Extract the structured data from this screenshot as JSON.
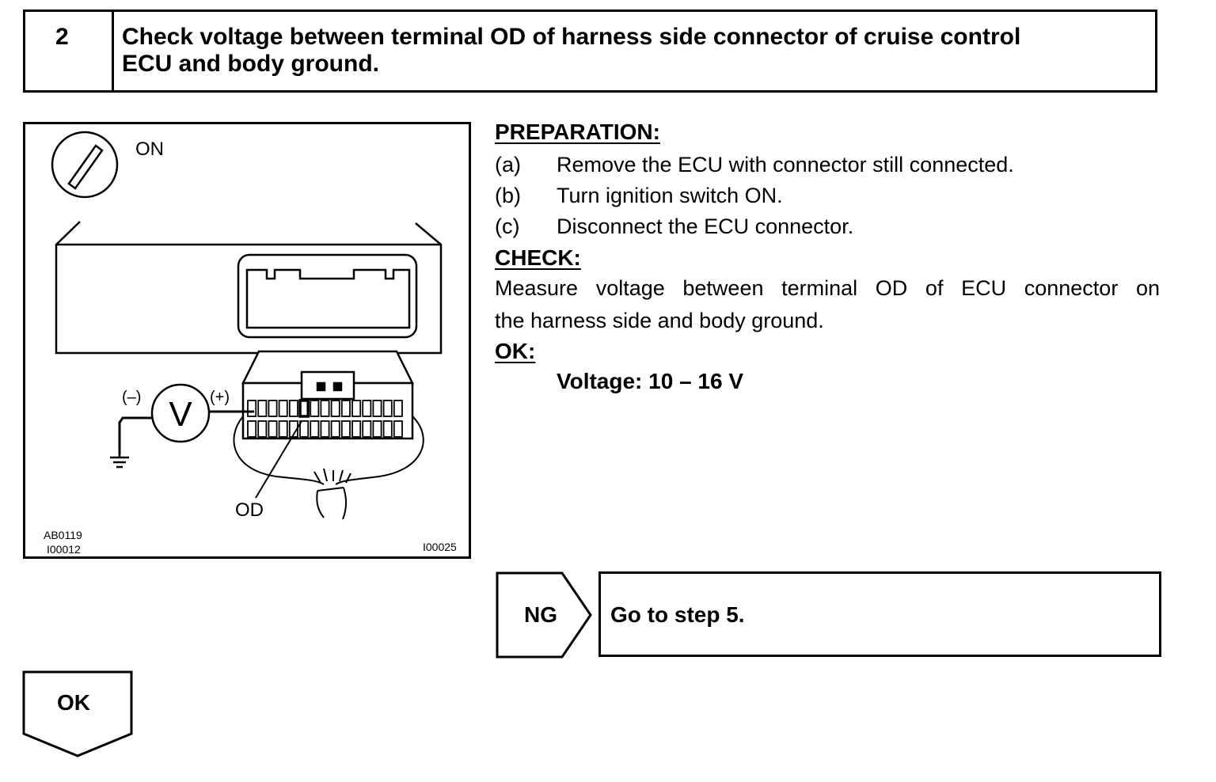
{
  "step": {
    "number": "2",
    "title_line1": "Check voltage between terminal OD of harness side connector of cruise control",
    "title_line2": "ECU and body ground."
  },
  "figure": {
    "ignition_label": "ON",
    "neg_label": "(–)",
    "pos_label": "(+)",
    "meter_symbol": "V",
    "terminal_label": "OD",
    "code_a": "AB0119",
    "code_b": "I00012",
    "code_c": "I00025"
  },
  "preparation": {
    "heading": "PREPARATION:",
    "items": [
      {
        "label": "(a)",
        "text": "Remove the ECU with connector still connected."
      },
      {
        "label": "(b)",
        "text": "Turn ignition switch ON."
      },
      {
        "label": "(c)",
        "text": "Disconnect the ECU connector."
      }
    ]
  },
  "check": {
    "heading": "CHECK:",
    "line1": "Measure voltage between terminal OD of ECU connector on",
    "line2": "the harness side and body ground."
  },
  "ok_spec": {
    "heading": "OK:",
    "text": "Voltage: 10 – 16 V"
  },
  "ng_flow": {
    "label": "NG",
    "action": "Go to step 5."
  },
  "ok_flow": {
    "label": "OK"
  }
}
